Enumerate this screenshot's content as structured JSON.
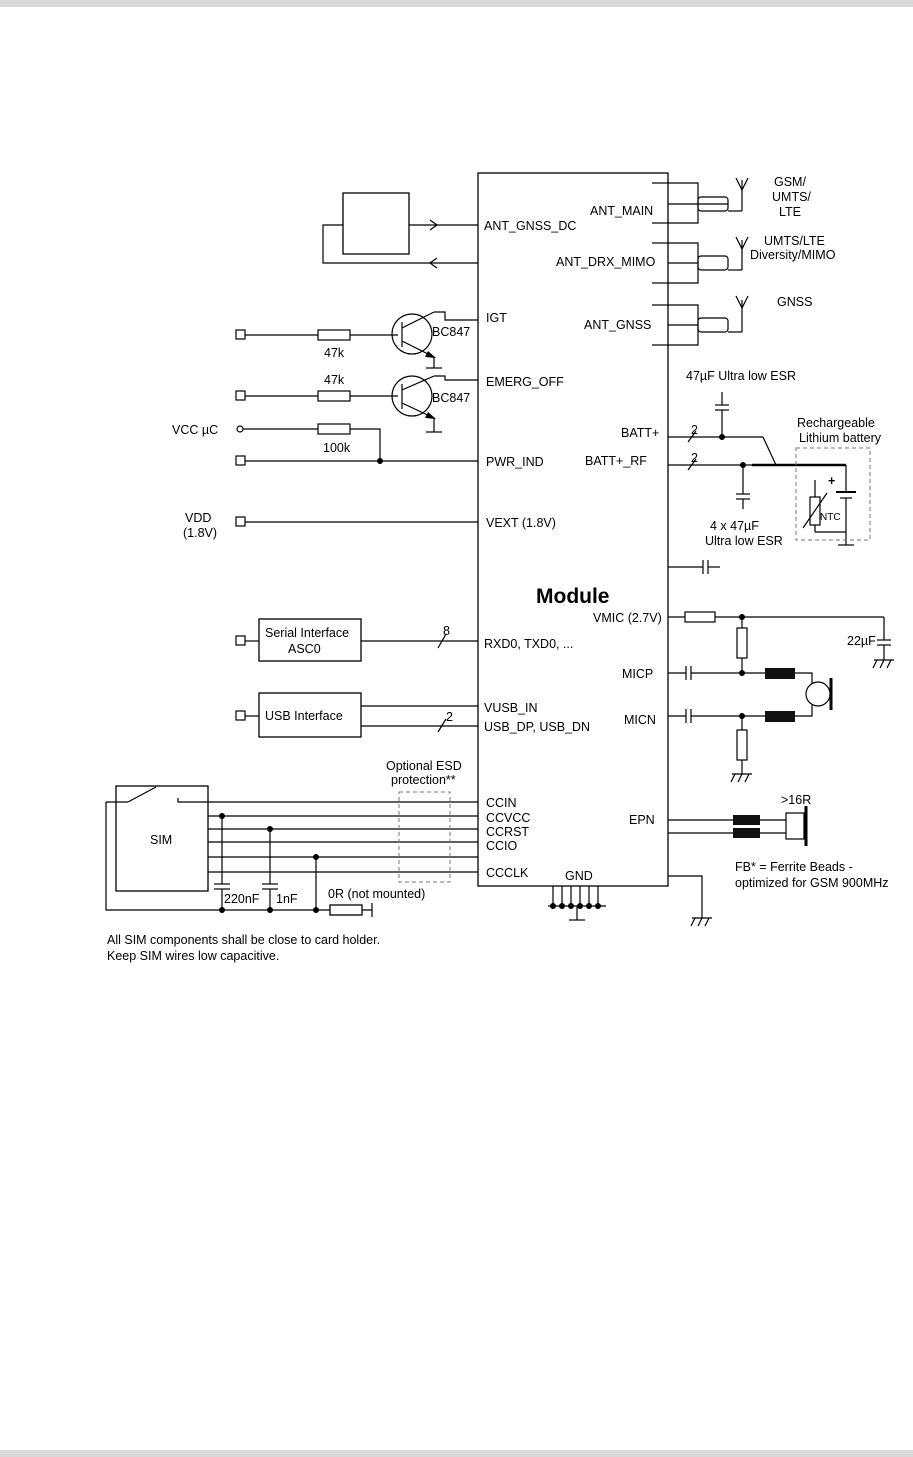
{
  "diagram": {
    "module_title": "Module",
    "left_pins": [
      "ANT_GNSS_DC",
      "IGT",
      "EMERG_OFF",
      "PWR_IND",
      "VEXT (1.8V)",
      "RXD0, TXD0, ...",
      "VUSB_IN",
      "USB_DP, USB_DN",
      "CCIN",
      "CCVCC",
      "CCRST",
      "CCIO",
      "CCCLK"
    ],
    "right_pins": [
      "ANT_MAIN",
      "ANT_DRX_MIMO",
      "ANT_GNSS",
      "BATT+",
      "BATT+_RF",
      "VMIC (2.7V)",
      "MICP",
      "MICN",
      "EPN"
    ],
    "bottom_pin": "GND",
    "antennas": [
      {
        "line1": "GSM/",
        "line2": "UMTS/",
        "line3": "LTE"
      },
      {
        "line1": "UMTS/LTE",
        "line2": "Diversity/MIMO"
      },
      {
        "line1": "GNSS"
      }
    ],
    "transistors": [
      "BC847",
      "BC847"
    ],
    "resistors": {
      "r_igt": "47k",
      "r_emerg": "47k",
      "r_pwr": "100k"
    },
    "inputs": {
      "vcc": "VCC µC",
      "vdd_line1": "VDD",
      "vdd_line2": "(1.8V)"
    },
    "serial_box": {
      "line1": "Serial Interface",
      "line2": "ASC0"
    },
    "usb_box": "USB Interface",
    "bus_widths": {
      "serial": "8",
      "usb": "2",
      "batt": "2",
      "batt_rf": "2"
    },
    "capacitors": {
      "batt": "47µF Ultra low ESR",
      "batt_rf_line1": "4 x 47µF",
      "batt_rf_line2": "Ultra low ESR",
      "vmic": "22µF"
    },
    "battery": {
      "line1": "Rechargeable",
      "line2": "Lithium battery",
      "ntc": "NTC",
      "plus": "+"
    },
    "esd": {
      "line1": "Optional ESD",
      "line2": "protection**"
    },
    "sim": {
      "label": "SIM",
      "c1": "220nF",
      "c2": "1nF",
      "r": "0R (not mounted)"
    },
    "speaker": ">16R",
    "ferrite_note": {
      "line1": "FB* = Ferrite Beads -",
      "line2": "optimized for GSM 900MHz"
    },
    "footnote": {
      "line1": "All SIM components shall be close to card holder.",
      "line2": "Keep SIM wires low capacitive."
    }
  }
}
